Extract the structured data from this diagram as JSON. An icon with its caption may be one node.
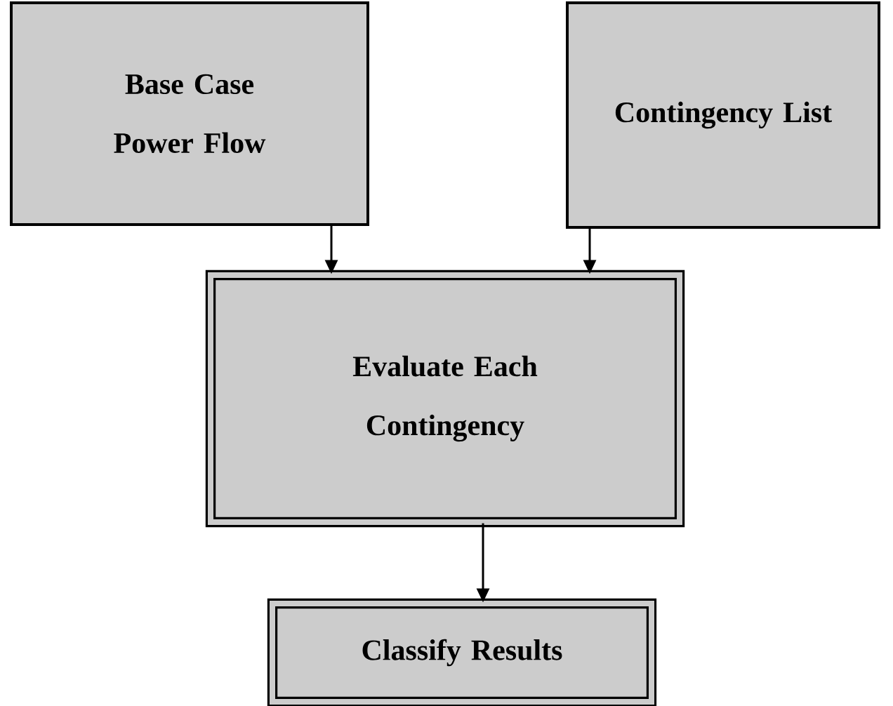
{
  "diagram": {
    "nodes": [
      {
        "text": [
          "Base Case Power Flow"
        ]
      },
      {
        "text": [
          "Contingency List"
        ]
      },
      {
        "text": [
          "Evaluate Each Contingency"
        ]
      },
      {
        "text": [
          "Classify Results"
        ]
      }
    ],
    "edges": [
      {
        "from": 0,
        "to": 2,
        "arrow": "to"
      },
      {
        "from": 1,
        "to": 2,
        "arrow": "to"
      },
      {
        "from": 2,
        "to": 3,
        "arrow": "to"
      }
    ]
  }
}
